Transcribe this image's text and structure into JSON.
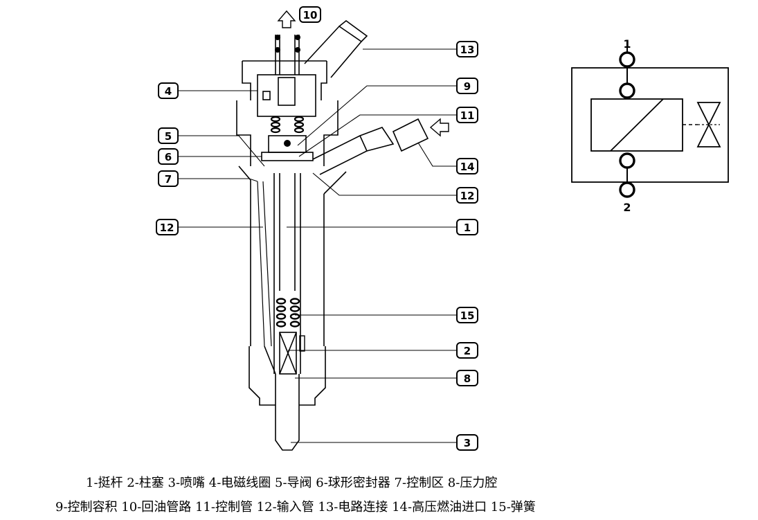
{
  "callouts": [
    {
      "id": "c10",
      "label": "10"
    },
    {
      "id": "c13",
      "label": "13"
    },
    {
      "id": "c4",
      "label": "4"
    },
    {
      "id": "c9",
      "label": "9"
    },
    {
      "id": "c11",
      "label": "11"
    },
    {
      "id": "c5",
      "label": "5"
    },
    {
      "id": "c6",
      "label": "6"
    },
    {
      "id": "c7",
      "label": "7"
    },
    {
      "id": "c14",
      "label": "14"
    },
    {
      "id": "c12r",
      "label": "12"
    },
    {
      "id": "c12l",
      "label": "12"
    },
    {
      "id": "c1",
      "label": "1"
    },
    {
      "id": "c15",
      "label": "15"
    },
    {
      "id": "c2",
      "label": "2"
    },
    {
      "id": "c8",
      "label": "8"
    },
    {
      "id": "c3",
      "label": "3"
    }
  ],
  "symbol": {
    "port_top": "1",
    "port_bottom": "2"
  },
  "legend": {
    "line1": "1-挺杆 2-柱塞 3-喷嘴 4-电磁线圈 5-导阀 6-球形密封器 7-控制区 8-压力腔",
    "line2": "9-控制容积 10-回油管路 11-控制管 12-输入管 13-电路连接 14-高压燃油进口 15-弹簧"
  }
}
